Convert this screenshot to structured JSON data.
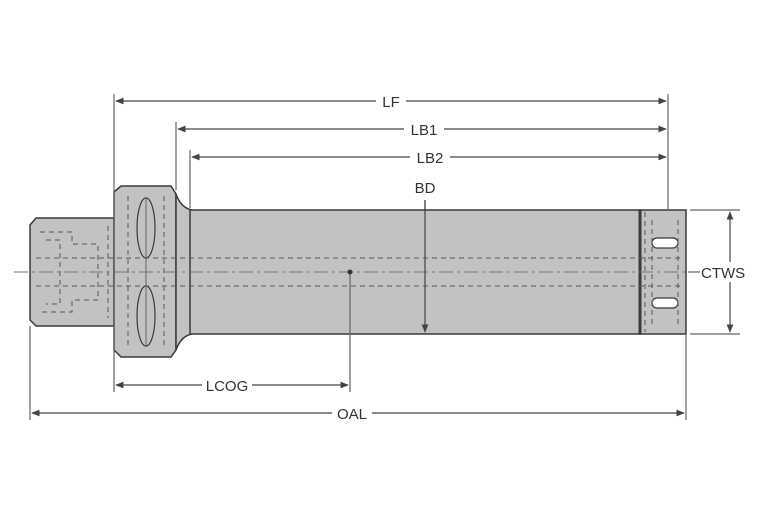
{
  "dimensions": {
    "lf": "LF",
    "lb1": "LB1",
    "lb2": "LB2",
    "bd": "BD",
    "ctws": "CTWS",
    "lcog": "LCOG",
    "oal": "OAL"
  },
  "colors": {
    "body": "#c2c2c2",
    "outline": "#3a3a3a",
    "dimension": "#444444",
    "background": "#ffffff"
  }
}
